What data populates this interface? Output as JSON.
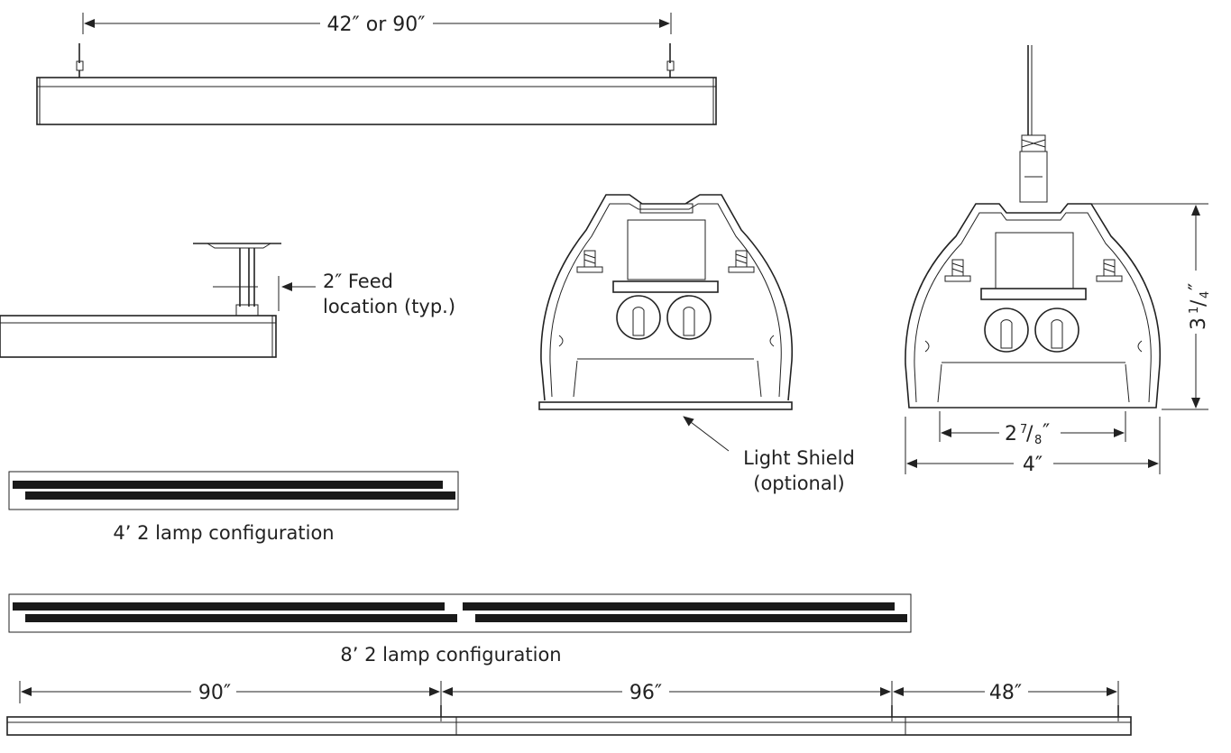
{
  "top_view": {
    "dimension": "42″ or 90″"
  },
  "feed": {
    "label_line1": "2″ Feed",
    "label_line2": "location (typ.)"
  },
  "light_shield": {
    "label_line1": "Light Shield",
    "label_line2": "(optional)"
  },
  "section_dims": {
    "height_whole": "3",
    "height_num": "1",
    "height_den": "4",
    "height_unit": "″",
    "inner_whole": "2",
    "inner_num": "7",
    "inner_den": "8",
    "inner_unit": "″",
    "outer_width": "4″"
  },
  "config_4ft": {
    "label": "4’ 2 lamp configuration"
  },
  "config_8ft": {
    "label": "8’ 2 lamp configuration"
  },
  "run_dims": {
    "d1": "90″",
    "d2": "96″",
    "d3": "48″"
  },
  "colors": {
    "line": "#222222",
    "fill_dark": "#1a1a1a",
    "background": "#ffffff"
  }
}
